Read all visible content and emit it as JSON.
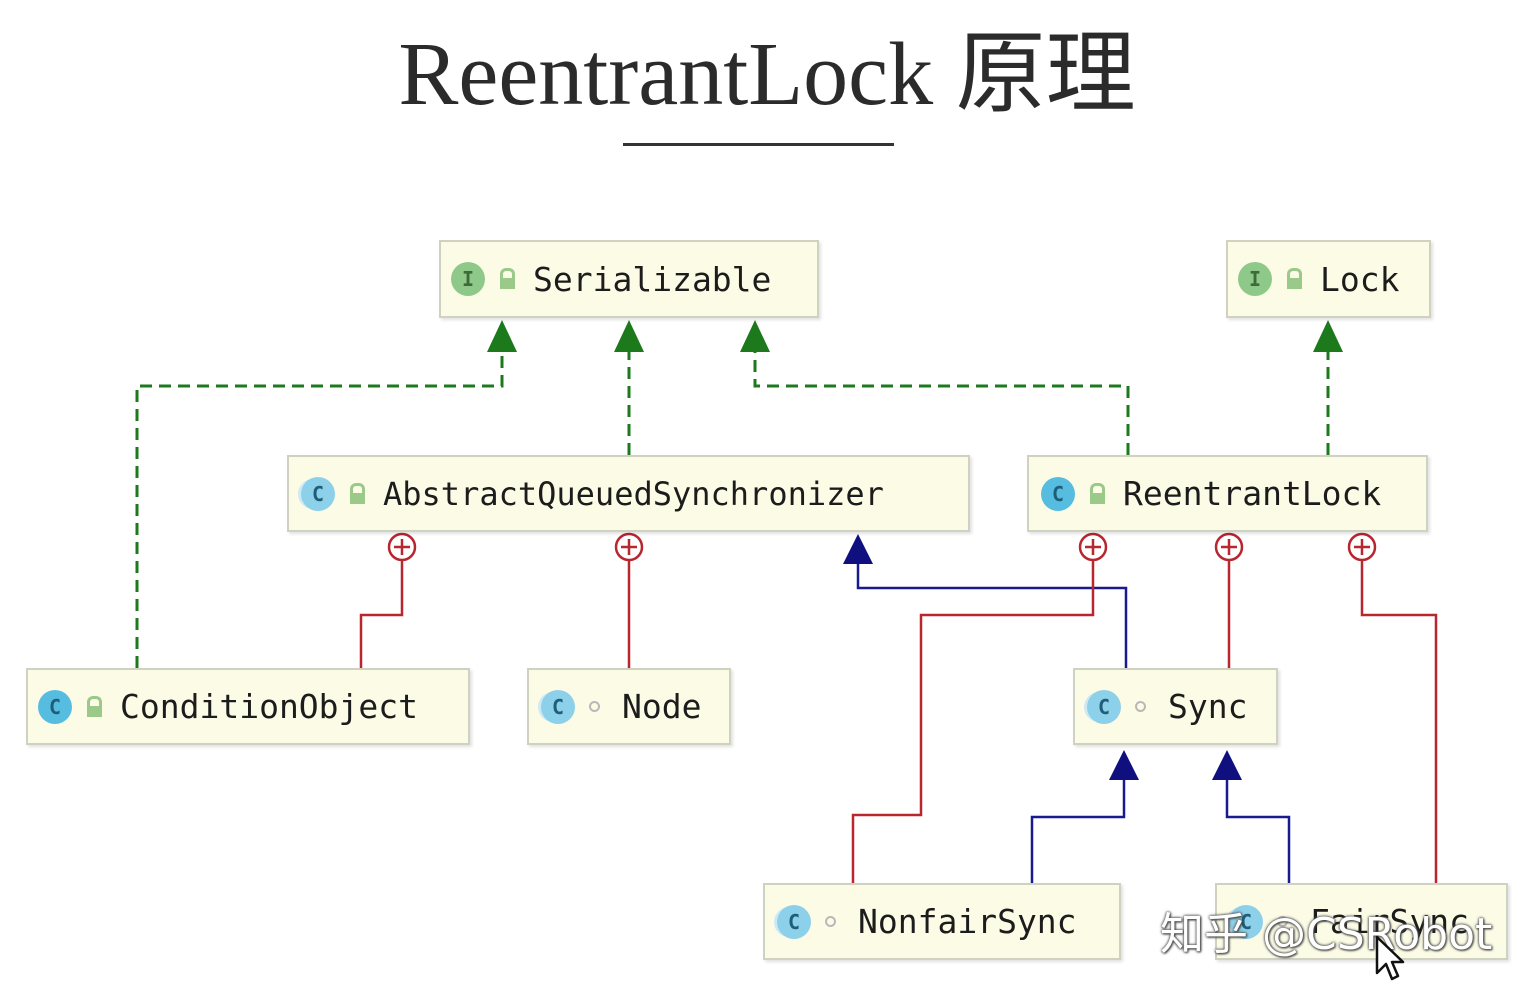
{
  "title": "ReentrantLock 原理",
  "nodes": {
    "serializable": {
      "label": "Serializable",
      "kind": "interface",
      "icon_letter": "I"
    },
    "lock": {
      "label": "Lock",
      "kind": "interface",
      "icon_letter": "I"
    },
    "aqs": {
      "label": "AbstractQueuedSynchronizer",
      "kind": "abstract-class",
      "icon_letter": "C"
    },
    "reentrantlock": {
      "label": "ReentrantLock",
      "kind": "class",
      "icon_letter": "C"
    },
    "conditionobject": {
      "label": "ConditionObject",
      "kind": "class",
      "icon_letter": "C"
    },
    "node": {
      "label": "Node",
      "kind": "class",
      "icon_letter": "C"
    },
    "sync": {
      "label": "Sync",
      "kind": "abstract-class",
      "icon_letter": "C"
    },
    "nonfairsync": {
      "label": "NonfairSync",
      "kind": "class",
      "icon_letter": "C"
    },
    "fairsync": {
      "label": "FairSync",
      "kind": "class",
      "icon_letter": "C"
    }
  },
  "edges": [
    {
      "from": "conditionobject",
      "to": "serializable",
      "type": "implements"
    },
    {
      "from": "aqs",
      "to": "serializable",
      "type": "implements"
    },
    {
      "from": "reentrantlock",
      "to": "serializable",
      "type": "implements"
    },
    {
      "from": "reentrantlock",
      "to": "lock",
      "type": "implements"
    },
    {
      "from": "conditionobject",
      "to": "aqs",
      "type": "inner-class"
    },
    {
      "from": "node",
      "to": "aqs",
      "type": "inner-class"
    },
    {
      "from": "sync",
      "to": "aqs",
      "type": "extends"
    },
    {
      "from": "nonfairsync",
      "to": "reentrantlock",
      "type": "inner-class"
    },
    {
      "from": "sync",
      "to": "reentrantlock",
      "type": "inner-class"
    },
    {
      "from": "fairsync",
      "to": "reentrantlock",
      "type": "inner-class"
    },
    {
      "from": "nonfairsync",
      "to": "sync",
      "type": "extends"
    },
    {
      "from": "fairsync",
      "to": "sync",
      "type": "extends"
    }
  ],
  "colors": {
    "implements": "#1c7a1c",
    "extends": "#1a1a90",
    "inner_class": "#b8262e",
    "node_fill": "#fcfce6"
  },
  "watermark": "知乎 @CSRobot"
}
